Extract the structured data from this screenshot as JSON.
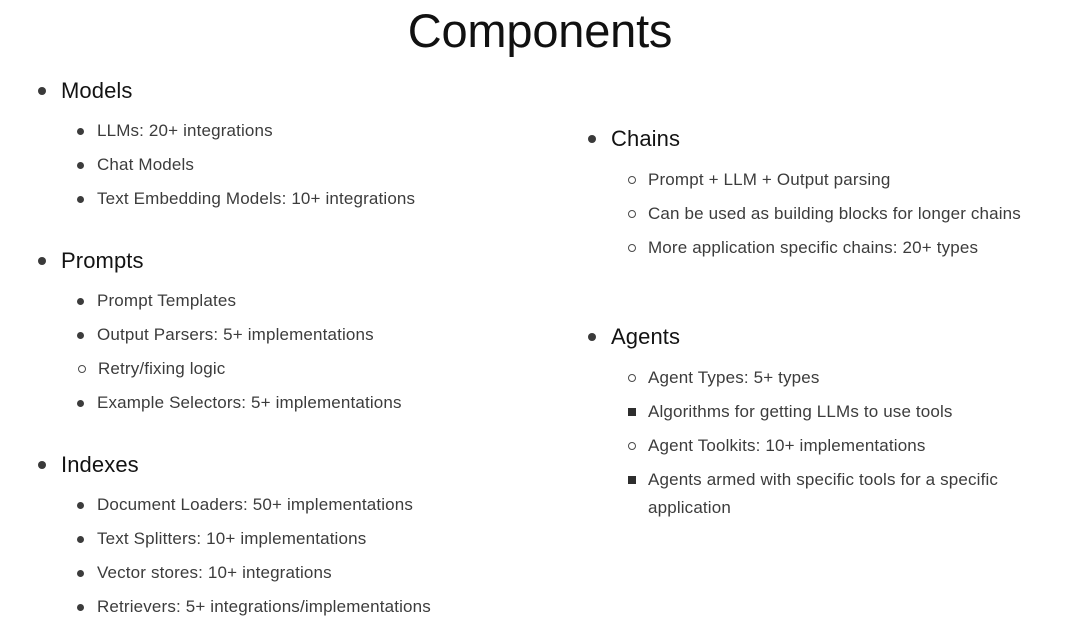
{
  "slide": {
    "title": "Components",
    "background_color": "#ffffff",
    "heading_color": "#131313",
    "item_color": "#3c3c3c"
  },
  "left_column": {
    "groups": [
      {
        "heading": "Models",
        "bullet": "filled-disc",
        "items": [
          {
            "text": "LLMs: 20+ integrations",
            "bullet": "filled-disc",
            "level": 2
          },
          {
            "text": "Chat Models",
            "bullet": "filled-disc",
            "level": 2
          },
          {
            "text": "Text Embedding Models: 10+ integrations",
            "bullet": "filled-disc",
            "level": 2
          }
        ]
      },
      {
        "heading": "Prompts",
        "bullet": "filled-disc",
        "items": [
          {
            "text": "Prompt Templates",
            "bullet": "filled-disc",
            "level": 2
          },
          {
            "text": "Output Parsers: 5+ implementations",
            "bullet": "filled-disc",
            "level": 2
          },
          {
            "text": "Retry/fixing logic",
            "bullet": "hollow-circle",
            "level": 3
          },
          {
            "text": "Example Selectors: 5+ implementations",
            "bullet": "filled-disc",
            "level": 2
          }
        ]
      },
      {
        "heading": "Indexes",
        "bullet": "filled-disc",
        "items": [
          {
            "text": "Document Loaders: 50+ implementations",
            "bullet": "filled-disc",
            "level": 2
          },
          {
            "text": "Text Splitters: 10+ implementations",
            "bullet": "filled-disc",
            "level": 2
          },
          {
            "text": "Vector stores: 10+ integrations",
            "bullet": "filled-disc",
            "level": 2
          },
          {
            "text": "Retrievers: 5+ integrations/implementations",
            "bullet": "filled-disc",
            "level": 2
          }
        ]
      }
    ]
  },
  "right_column": {
    "groups": [
      {
        "heading": "Chains",
        "bullet": "filled-disc",
        "items": [
          {
            "text": "Prompt + LLM + Output parsing",
            "bullet": "hollow-circle",
            "level": 2
          },
          {
            "text": "Can be used as building blocks for longer chains",
            "bullet": "hollow-circle",
            "level": 2
          },
          {
            "text": "More application specific chains: 20+ types",
            "bullet": "hollow-circle",
            "level": 2
          }
        ]
      },
      {
        "heading": "Agents",
        "bullet": "filled-disc",
        "items": [
          {
            "text": "Agent Types: 5+ types",
            "bullet": "hollow-circle",
            "level": 2
          },
          {
            "text": "Algorithms for getting LLMs to use tools",
            "bullet": "filled-square",
            "level": 3
          },
          {
            "text": "Agent Toolkits: 10+ implementations",
            "bullet": "hollow-circle",
            "level": 2
          },
          {
            "text": "Agents armed with specific tools for a specific application",
            "bullet": "filled-square",
            "level": 3
          }
        ]
      }
    ]
  }
}
